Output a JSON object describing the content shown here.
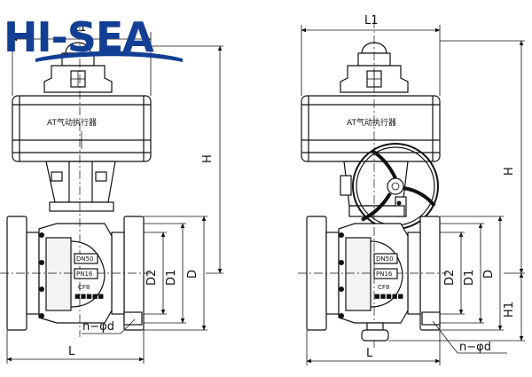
{
  "logo": {
    "text": "HI-SEA",
    "color": "#123f94"
  },
  "left_view": {
    "actuator_label": "AT气动执行器",
    "body_markings": [
      "DN50",
      "PN16",
      "CF8",
      "■■■■■"
    ],
    "dimensions": {
      "top_width": "L1",
      "height": "H",
      "length": "L",
      "d2": "D2",
      "d1": "D1",
      "d": "D",
      "bolt_holes": "n−φd"
    }
  },
  "right_view": {
    "actuator_label": "AT气动执行器",
    "body_markings": [
      "DN50",
      "PN16",
      "CF8",
      "■■■■■"
    ],
    "dimensions": {
      "top_width": "L1",
      "height": "H",
      "length": "L",
      "d2": "D2",
      "d1": "D1",
      "d": "D",
      "h1": "H1",
      "bolt_holes": "n−φd"
    }
  },
  "colors": {
    "line": "#111111",
    "background": "#ffffff"
  }
}
